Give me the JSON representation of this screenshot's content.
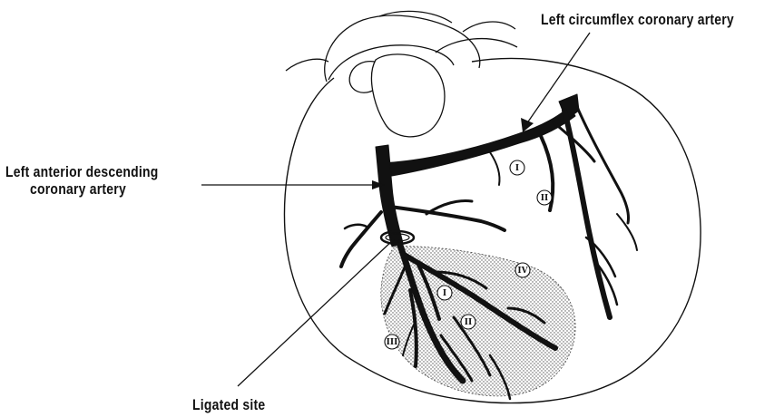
{
  "labels": {
    "circumflex": "Left circumflex coronary artery",
    "lad_line1": "Left anterior descending",
    "lad_line2": "coronary artery",
    "ligated": "Ligated site"
  },
  "zones": {
    "upper_i": "I",
    "upper_ii": "II",
    "lower_i": "I",
    "lower_ii": "II",
    "lower_iii": "III",
    "lower_iv": "IV"
  },
  "colors": {
    "ink": "#111111",
    "stipple": "#888888"
  }
}
